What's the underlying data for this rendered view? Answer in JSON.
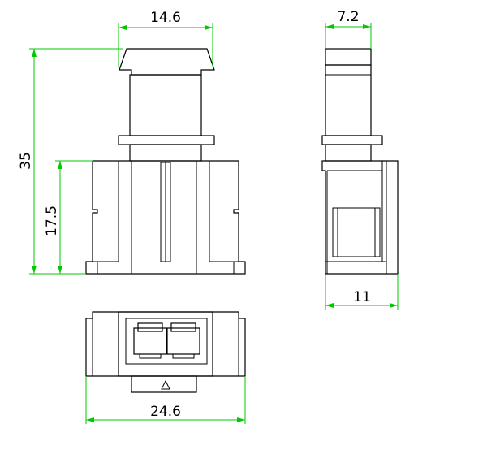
{
  "drawing": {
    "dimensions": {
      "front_top_width": "14.6",
      "side_top_width": "7.2",
      "total_height": "35",
      "body_height": "17.5",
      "side_depth": "11",
      "bottom_width": "24.6"
    },
    "colors": {
      "outline": "#000000",
      "dimension": "#00c800",
      "background": "#ffffff"
    }
  }
}
